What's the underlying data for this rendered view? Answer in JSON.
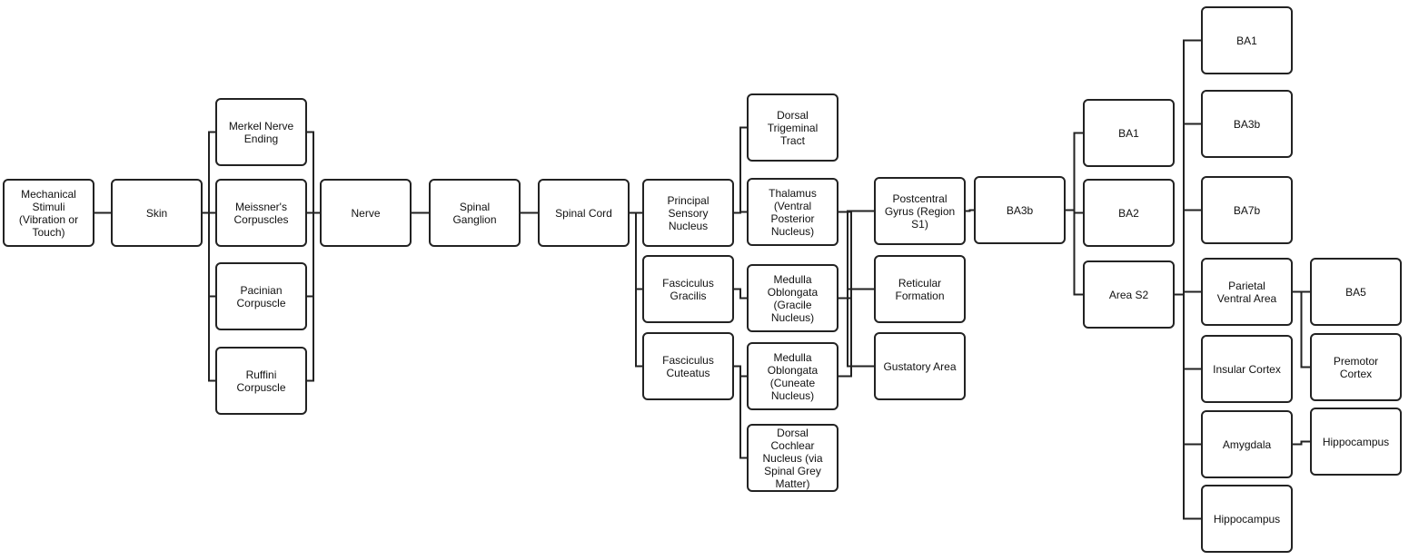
{
  "diagram": {
    "line_color": "#222222",
    "box_border_color": "#222222",
    "nodes": {
      "mechanical": "Mechanical\nStimuli\n(Vibration or\nTouch)",
      "skin": "Skin",
      "merkel": "Merkel Nerve\nEnding",
      "meissner": "Meissner's\nCorpuscles",
      "pacinian": "Pacinian\nCorpuscle",
      "ruffini": "Ruffini\nCorpuscle",
      "nerve": "Nerve",
      "spinal_ganglion": "Spinal\nGanglion",
      "spinal_cord": "Spinal Cord",
      "principal_sensory": "Principal\nSensory\nNucleus",
      "fasc_gracilis": "Fasciculus\nGracilis",
      "fasc_cuteatus": "Fasciculus\nCuteatus",
      "dorsal_trigeminal": "Dorsal\nTrigeminal\nTract",
      "thalamus": "Thalamus\n(Ventral\nPosterior\nNucleus)",
      "medulla_gracile": "Medulla\nOblongata\n(Gracile\nNucleus)",
      "medulla_cuneate": "Medulla\nOblongata\n(Cuneate\nNucleus)",
      "dorsal_cochlear": "Dorsal\nCochlear\nNucleus (via\nSpinal Grey\nMatter)",
      "postcentral": "Postcentral\nGyrus (Region\nS1)",
      "reticular": "Reticular\nFormation",
      "gustatory": "Gustatory Area",
      "ba3b_mid": "BA3b",
      "ba1_mid": "BA1",
      "ba2_mid": "BA2",
      "area_s2": "Area S2",
      "ba1_right": "BA1",
      "ba3b_right": "BA3b",
      "ba7b": "BA7b",
      "parietal_ventral": "Parietal\nVentral Area",
      "insular": "Insular Cortex",
      "amygdala": "Amygdala",
      "hippocampus_bottom": "Hippocampus",
      "ba5": "BA5",
      "premotor": "Premotor\nCortex",
      "hippocampus_right": "Hippocampus"
    },
    "edges": [
      [
        "mechanical",
        "skin"
      ],
      [
        "skin",
        "merkel"
      ],
      [
        "skin",
        "meissner"
      ],
      [
        "skin",
        "pacinian"
      ],
      [
        "skin",
        "ruffini"
      ],
      [
        "merkel",
        "nerve"
      ],
      [
        "meissner",
        "nerve"
      ],
      [
        "pacinian",
        "nerve"
      ],
      [
        "ruffini",
        "nerve"
      ],
      [
        "nerve",
        "spinal_ganglion"
      ],
      [
        "spinal_ganglion",
        "spinal_cord"
      ],
      [
        "spinal_cord",
        "principal_sensory"
      ],
      [
        "spinal_cord",
        "fasc_gracilis"
      ],
      [
        "spinal_cord",
        "fasc_cuteatus"
      ],
      [
        "principal_sensory",
        "dorsal_trigeminal"
      ],
      [
        "principal_sensory",
        "thalamus"
      ],
      [
        "fasc_gracilis",
        "medulla_gracile"
      ],
      [
        "fasc_cuteatus",
        "medulla_cuneate"
      ],
      [
        "fasc_cuteatus",
        "dorsal_cochlear"
      ],
      [
        "thalamus",
        "postcentral"
      ],
      [
        "thalamus",
        "reticular"
      ],
      [
        "thalamus",
        "gustatory"
      ],
      [
        "medulla_gracile",
        "thalamus"
      ],
      [
        "medulla_cuneate",
        "thalamus"
      ],
      [
        "postcentral",
        "ba3b_mid"
      ],
      [
        "ba3b_mid",
        "ba1_mid"
      ],
      [
        "ba3b_mid",
        "ba2_mid"
      ],
      [
        "ba3b_mid",
        "area_s2"
      ],
      [
        "area_s2",
        "ba1_right"
      ],
      [
        "area_s2",
        "ba3b_right"
      ],
      [
        "area_s2",
        "ba7b"
      ],
      [
        "area_s2",
        "parietal_ventral"
      ],
      [
        "area_s2",
        "insular"
      ],
      [
        "area_s2",
        "amygdala"
      ],
      [
        "area_s2",
        "hippocampus_bottom"
      ],
      [
        "parietal_ventral",
        "ba5"
      ],
      [
        "parietal_ventral",
        "premotor"
      ],
      [
        "amygdala",
        "hippocampus_right"
      ]
    ]
  }
}
